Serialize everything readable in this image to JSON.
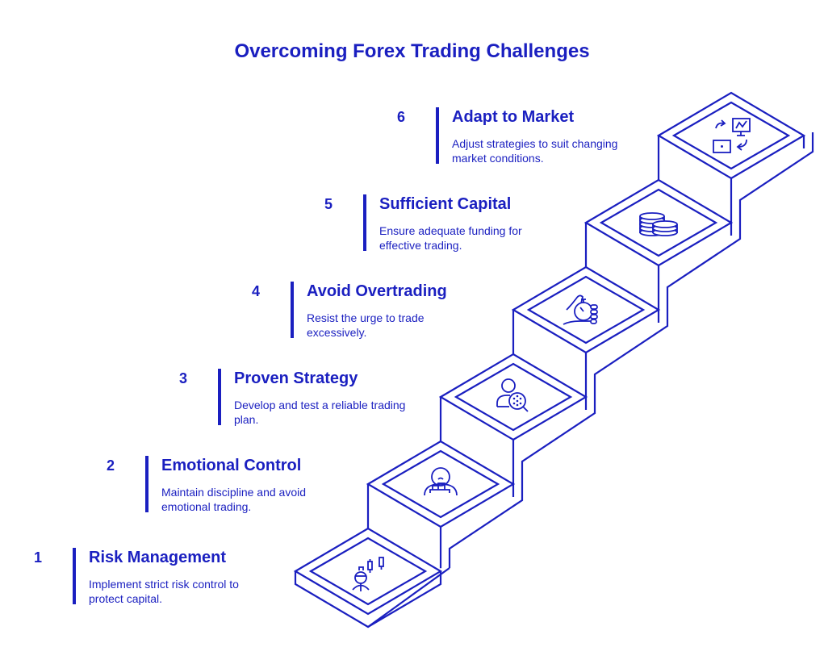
{
  "title": "Overcoming Forex Trading Challenges",
  "accent_color": "#1a1fc0",
  "steps": [
    {
      "number": "1",
      "title": "Risk Management",
      "desc_line1": "Implement strict risk control to",
      "desc_line2": "protect capital.",
      "icon": "trader-candlestick-icon"
    },
    {
      "number": "2",
      "title": "Emotional Control",
      "desc_line1": "Maintain discipline and avoid",
      "desc_line2": "emotional trading.",
      "icon": "sad-person-chart-icon"
    },
    {
      "number": "3",
      "title": "Proven Strategy",
      "desc_line1": "Develop and test a reliable trading",
      "desc_line2": "plan.",
      "icon": "person-magnifier-icon"
    },
    {
      "number": "4",
      "title": "Avoid Overtrading",
      "desc_line1": "Resist the urge to trade",
      "desc_line2": "excessively.",
      "icon": "hand-stopwatch-icon"
    },
    {
      "number": "5",
      "title": "Sufficient Capital",
      "desc_line1": "Ensure adequate funding for",
      "desc_line2": "effective trading.",
      "icon": "coin-stacks-icon"
    },
    {
      "number": "6",
      "title": "Adapt to Market",
      "desc_line1": "Adjust strategies to suit changing",
      "desc_line2": "market conditions.",
      "icon": "monitor-exchange-icon"
    }
  ]
}
